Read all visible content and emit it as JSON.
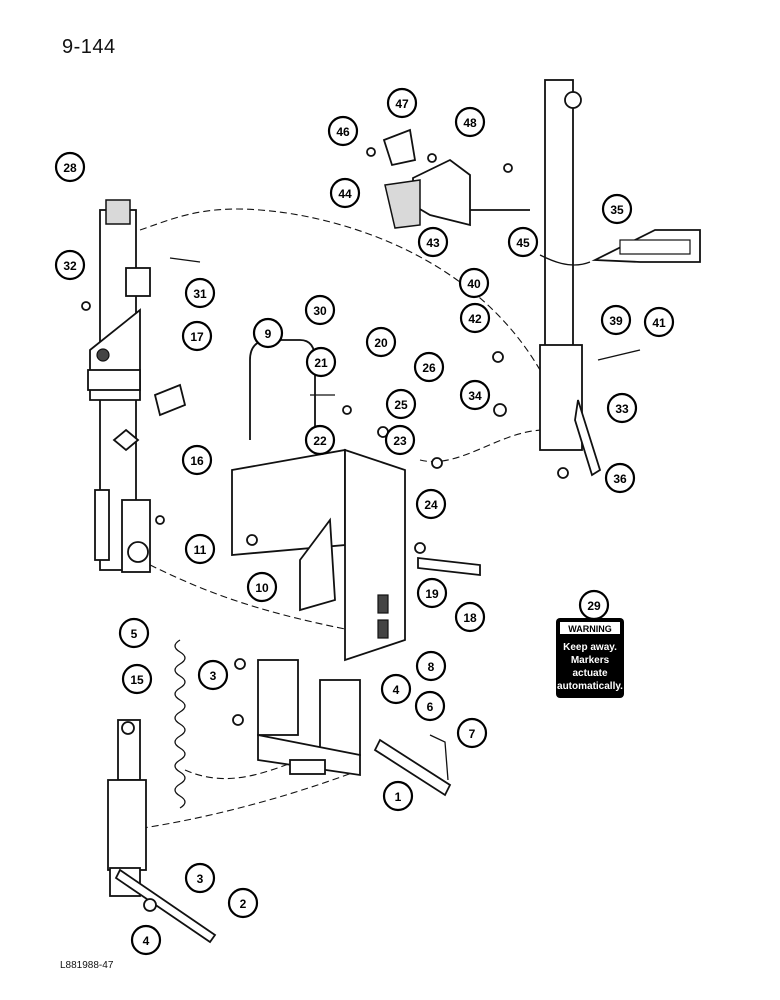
{
  "page_number": "9-144",
  "figure_code": "L881988-47",
  "warning_decal": {
    "header": "WARNING",
    "lines": [
      "Keep away.",
      "Markers",
      "actuate",
      "automatically."
    ]
  },
  "callouts": [
    "1",
    "2",
    "3",
    "3",
    "4",
    "4",
    "5",
    "6",
    "7",
    "8",
    "9",
    "10",
    "11",
    "15",
    "16",
    "17",
    "18",
    "19",
    "20",
    "21",
    "22",
    "23",
    "24",
    "25",
    "26",
    "28",
    "29",
    "30",
    "31",
    "32",
    "33",
    "34",
    "35",
    "36",
    "39",
    "40",
    "41",
    "42",
    "43",
    "44",
    "45",
    "46",
    "47",
    "48"
  ]
}
